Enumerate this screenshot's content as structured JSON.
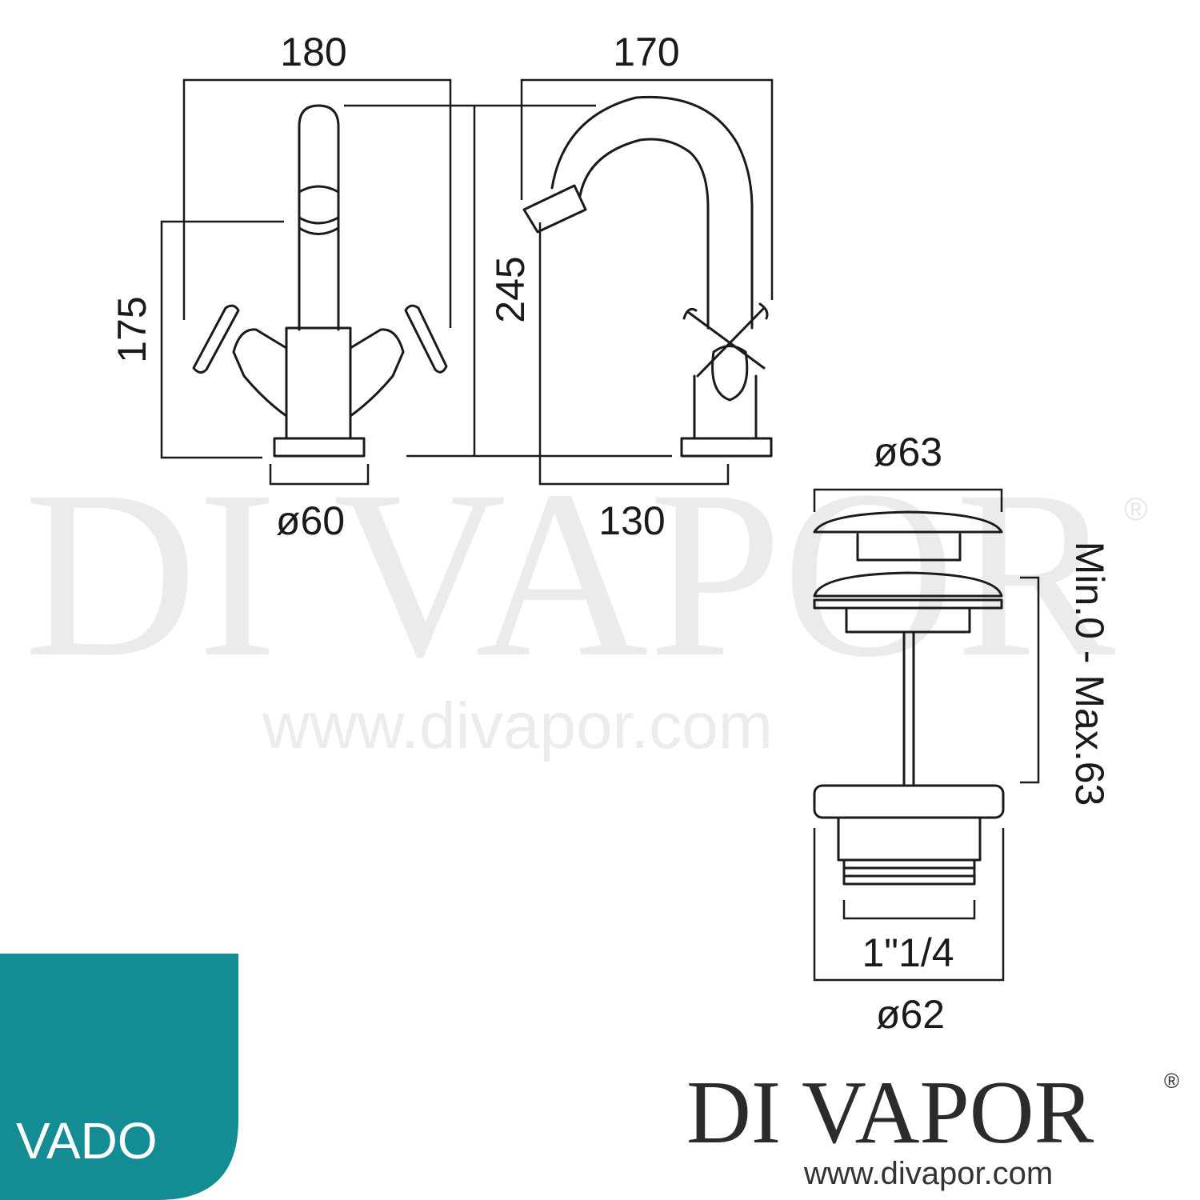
{
  "watermark": {
    "brand": "DI VAPOR",
    "registered": "®",
    "url": "www.divapor.com"
  },
  "dimensions": {
    "width_180": "180",
    "width_170": "170",
    "height_175": "175",
    "height_245": "245",
    "base_dia_60": "ø60",
    "reach_130": "130",
    "waste_top_dia_63": "ø63",
    "waste_range": "Min.0 - Max.63",
    "thread_size": "1\"1/4",
    "waste_bottom_dia_62": "ø62"
  },
  "logos": {
    "vado": "VADO",
    "vado_color": "#138c94",
    "divapor_brand": "DI VAPOR",
    "divapor_reg": "®",
    "divapor_url": "www.divapor.com"
  }
}
